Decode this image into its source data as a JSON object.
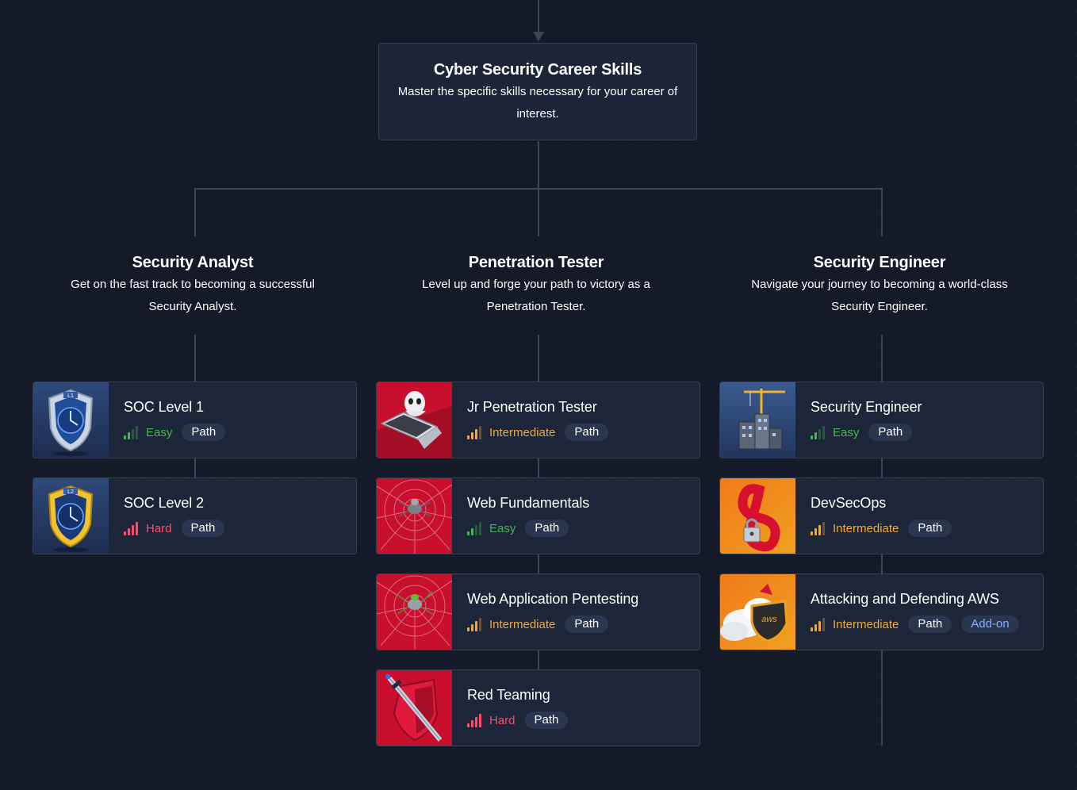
{
  "root": {
    "title": "Cyber Security Career Skills",
    "description": "Master the specific skills necessary for your career of interest."
  },
  "colors": {
    "easy": "#3fb950",
    "intermediate": "#f0a83a",
    "hard": "#ff4d6a",
    "pill_bg": "#2a3550",
    "addon_text": "#7fb3ff"
  },
  "columns": [
    {
      "title": "Security Analyst",
      "description": "Get on the fast track to becoming a successful Security Analyst.",
      "cards": [
        {
          "title": "SOC Level 1",
          "difficulty": "Easy",
          "tag": "Path",
          "icon": "soc-level-1-shield-icon"
        },
        {
          "title": "SOC Level 2",
          "difficulty": "Hard",
          "tag": "Path",
          "icon": "soc-level-2-shield-icon"
        }
      ]
    },
    {
      "title": "Penetration Tester",
      "description": "Level up and forge your path to victory as a Penetration Tester.",
      "cards": [
        {
          "title": "Jr Penetration Tester",
          "difficulty": "Intermediate",
          "tag": "Path",
          "icon": "hacker-laptop-icon"
        },
        {
          "title": "Web Fundamentals",
          "difficulty": "Easy",
          "tag": "Path",
          "icon": "spider-web-icon"
        },
        {
          "title": "Web Application Pentesting",
          "difficulty": "Intermediate",
          "tag": "Path",
          "icon": "green-spider-web-icon"
        },
        {
          "title": "Red Teaming",
          "difficulty": "Hard",
          "tag": "Path",
          "icon": "sword-shield-icon"
        }
      ]
    },
    {
      "title": "Security Engineer",
      "description": "Navigate your journey to becoming a world-class Security Engineer.",
      "cards": [
        {
          "title": "Security Engineer",
          "difficulty": "Easy",
          "tag": "Path",
          "icon": "construction-crane-icon"
        },
        {
          "title": "DevSecOps",
          "difficulty": "Intermediate",
          "tag": "Path",
          "icon": "infinity-lock-icon"
        },
        {
          "title": "Attacking and Defending AWS",
          "difficulty": "Intermediate",
          "tag": "Path",
          "addon": "Add-on",
          "icon": "aws-cloud-shield-icon"
        }
      ]
    }
  ]
}
